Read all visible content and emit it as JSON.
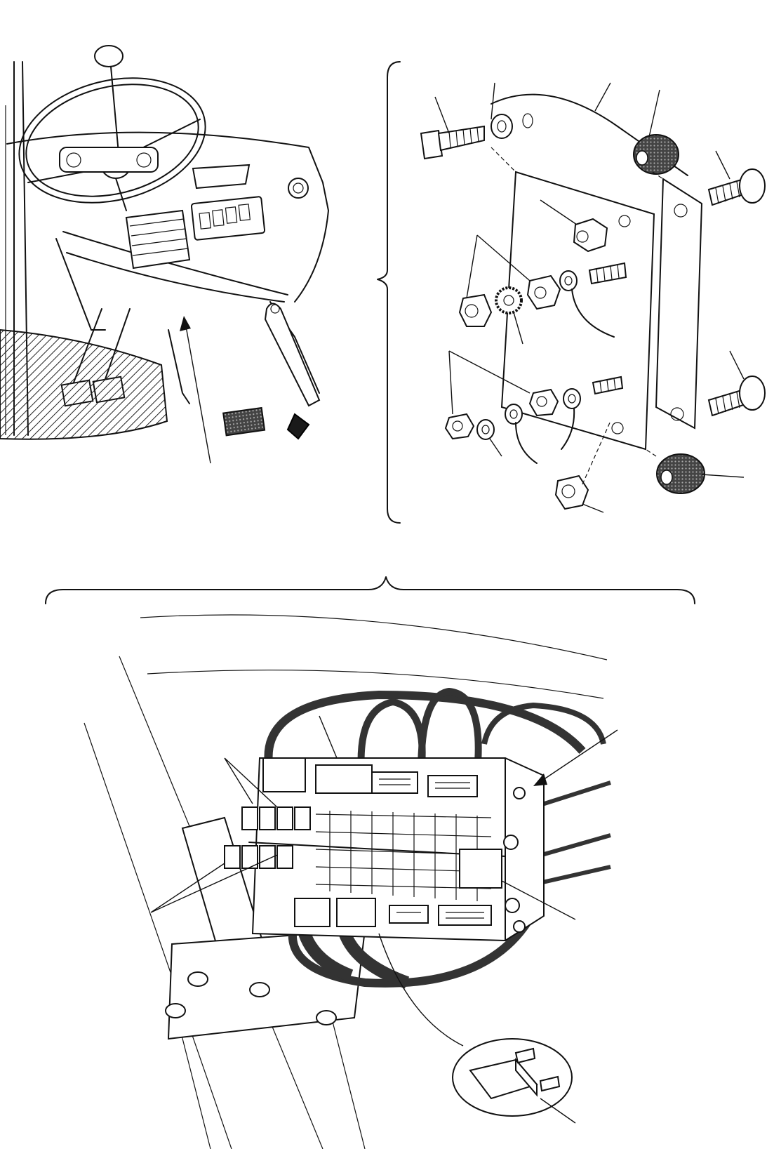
{
  "figure": {
    "panels": [
      "cab-dashboard-view",
      "mounting-plate-exploded-view",
      "control-unit-installed-view"
    ],
    "inset": "relay-detail",
    "colors": {
      "ink": "#111111",
      "paper": "#ffffff"
    }
  }
}
